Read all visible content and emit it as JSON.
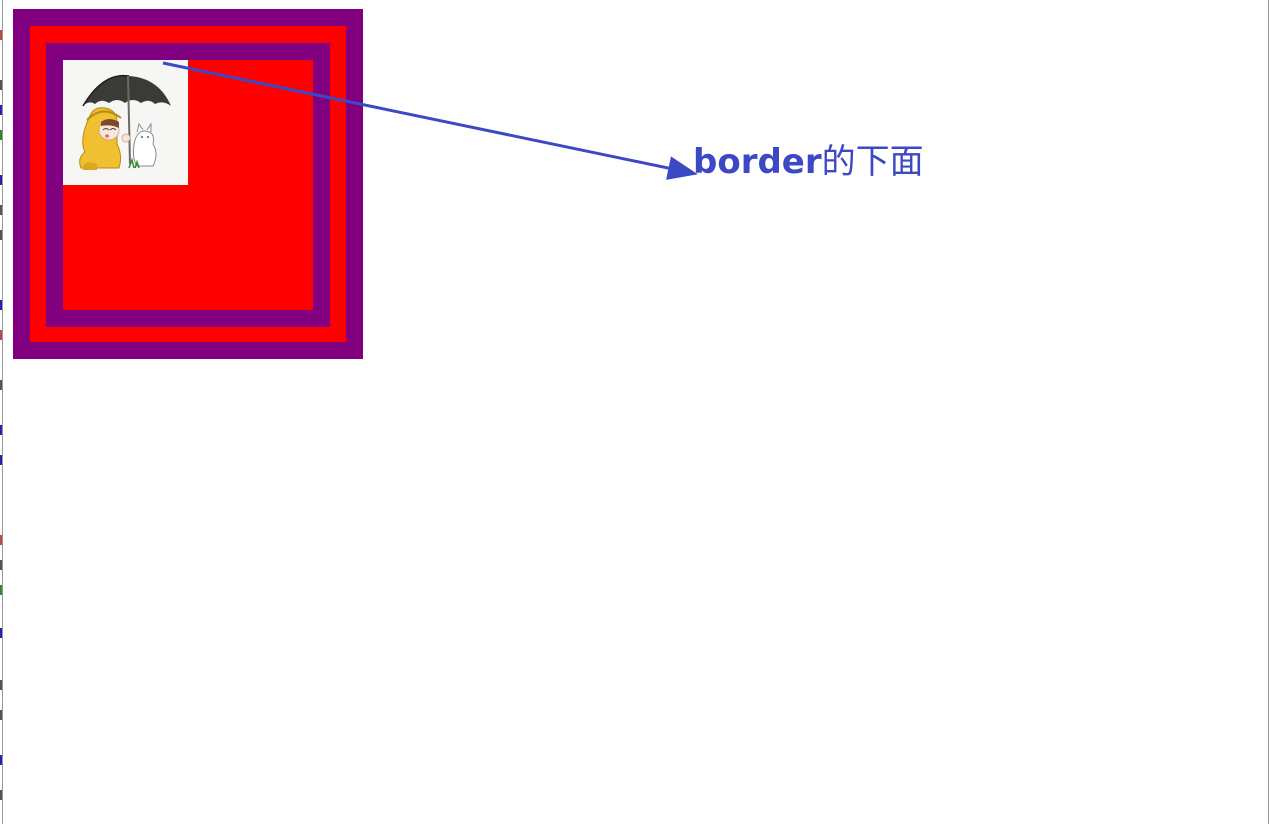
{
  "annotation": {
    "label_latin": "border",
    "label_cjk": "的下面",
    "color": "#3d48c4"
  },
  "demo_box": {
    "border_color": "#800080",
    "background_color": "#ff0000",
    "image": "girl-with-umbrella-and-cat-illustration"
  }
}
